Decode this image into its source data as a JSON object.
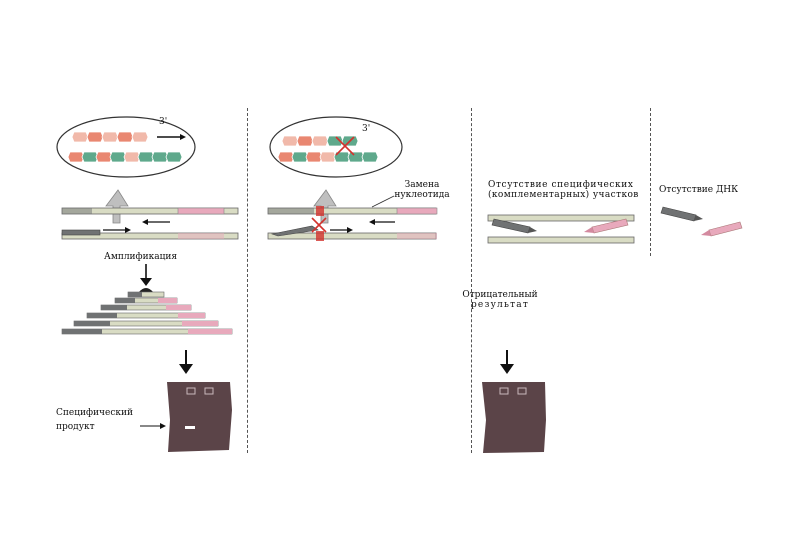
{
  "labels": {
    "amplification": "Амплификация",
    "substitution_line1": "Замена",
    "substitution_line2": "нуклеотида",
    "absence_specific_line1": "Отсутствие специфических",
    "absence_specific_line2": "(комплементарных) участков",
    "absence_dna": "Отсутствие ДНК",
    "negative_line1": "Отрицательный",
    "negative_line2": "результат",
    "specific_line1": "Специфический",
    "specific_line2": "продукт",
    "three_prime_1": "3'",
    "three_prime_2": "3'"
  },
  "colors": {
    "gel": "#5b4448",
    "strand": "#d9dcc4",
    "primer_dark": "#707273",
    "primer_pink": "#e8a9bc",
    "nucleotide_salmon": "#e98771",
    "nucleotide_teal": "#5fa98c",
    "nucleotide_pink": "#f1b9aa",
    "mismatch": "#d2322d"
  }
}
